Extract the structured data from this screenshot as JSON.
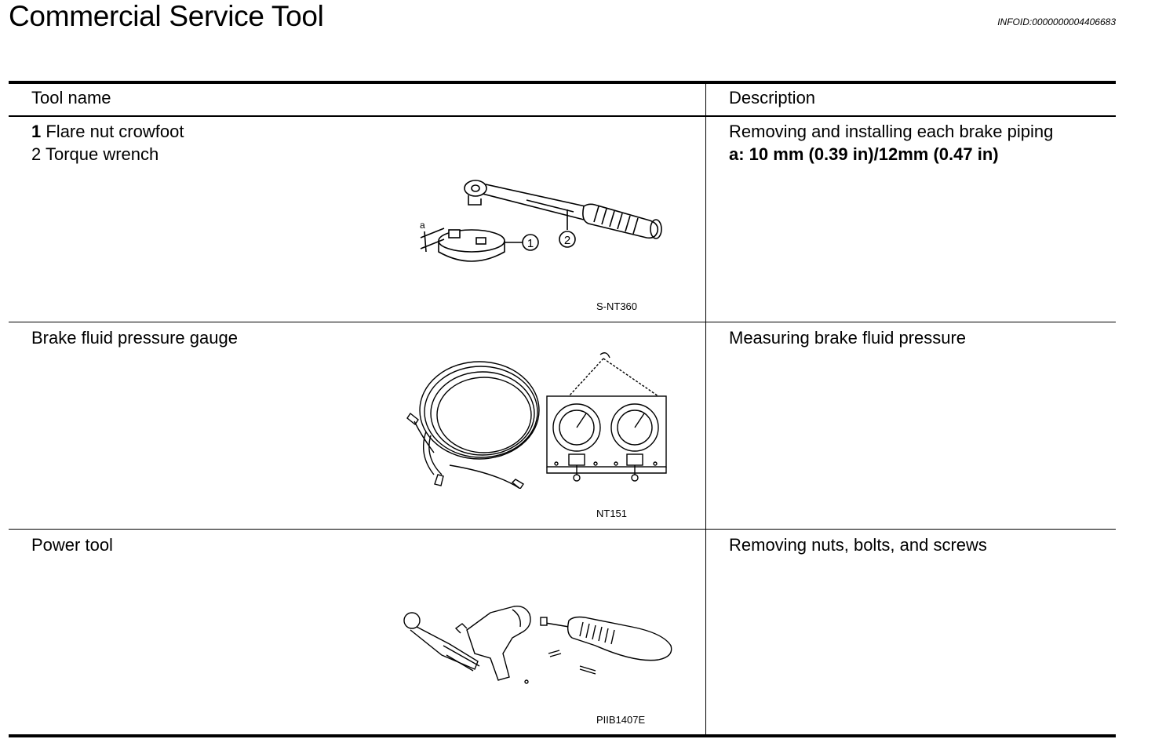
{
  "header": {
    "title": "Commercial Service Tool",
    "info_id": "INFOID:0000000004406683"
  },
  "table": {
    "headers": {
      "tool_name": "Tool name",
      "description": "Description"
    },
    "rows": [
      {
        "tool_lines": [
          {
            "num": "1",
            "text": " Flare nut crowfoot"
          },
          {
            "num": "2",
            "text": " Torque wrench"
          }
        ],
        "description": "Removing and installing each brake piping",
        "description_bold": "a: 10 mm (0.39 in)/12mm (0.47 in)",
        "figure": {
          "code": "S-NT360",
          "callout_a": "a",
          "callout_1": "1",
          "callout_2": "2",
          "icon": "flare-nut-crowfoot-and-torque-wrench-illustration"
        }
      },
      {
        "tool_name": "Brake fluid pressure gauge",
        "description": "Measuring brake fluid pressure",
        "figure": {
          "code": "NT151",
          "icon": "brake-fluid-pressure-gauge-illustration"
        }
      },
      {
        "tool_name": "Power tool",
        "description": "Removing nuts, bolts, and screws",
        "figure": {
          "code": "PIIB1407E",
          "icon": "power-tools-illustration"
        }
      }
    ]
  }
}
